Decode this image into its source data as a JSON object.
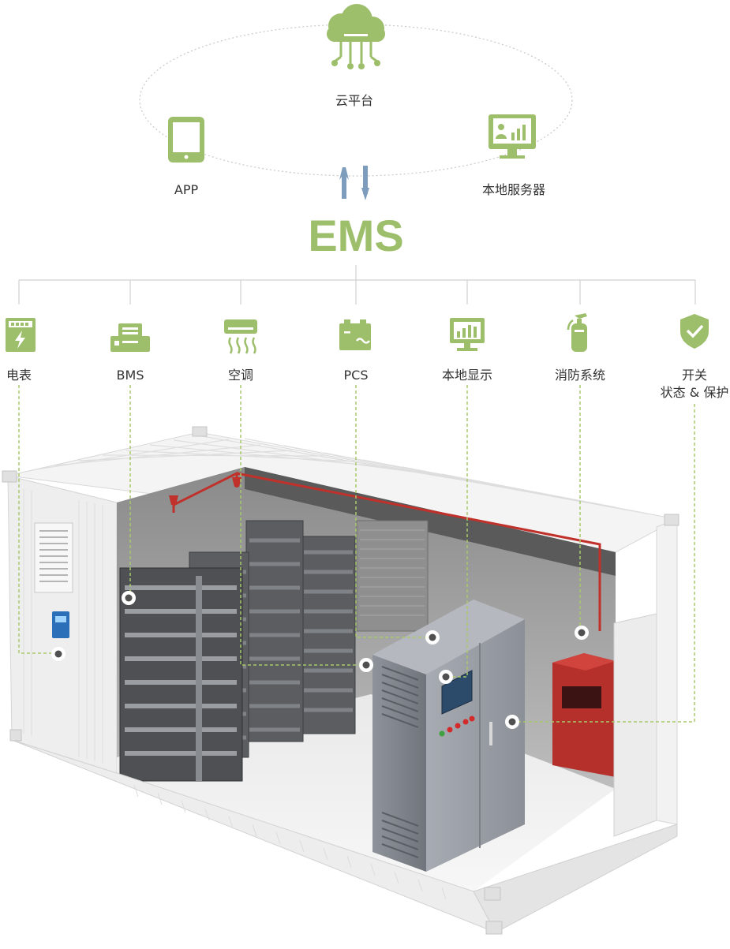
{
  "colors": {
    "accent": "#9dbe6a",
    "line": "#d0d0d0",
    "dash": "#a8c96a",
    "arrow": "#7e9dbd"
  },
  "top": {
    "cloud": {
      "label": "云平台",
      "icon": "cloud-network-icon"
    },
    "app": {
      "label": "APP",
      "icon": "tablet-icon"
    },
    "server": {
      "label": "本地服务器",
      "icon": "monitor-chart-icon"
    },
    "arrows_icon": "up-down-arrows-icon"
  },
  "ems": {
    "title": "EMS"
  },
  "modules": [
    {
      "label": "电表",
      "icon": "electric-meter-icon"
    },
    {
      "label": "BMS",
      "icon": "battery-cabinet-icon"
    },
    {
      "label": "空调",
      "icon": "air-conditioner-icon"
    },
    {
      "label": "PCS",
      "icon": "battery-converter-icon"
    },
    {
      "label": "本地显示",
      "icon": "display-chart-icon"
    },
    {
      "label": "消防系统",
      "icon": "fire-extinguisher-icon"
    },
    {
      "label": "开关",
      "label2": "状态 & 保护",
      "icon": "shield-check-icon"
    }
  ]
}
